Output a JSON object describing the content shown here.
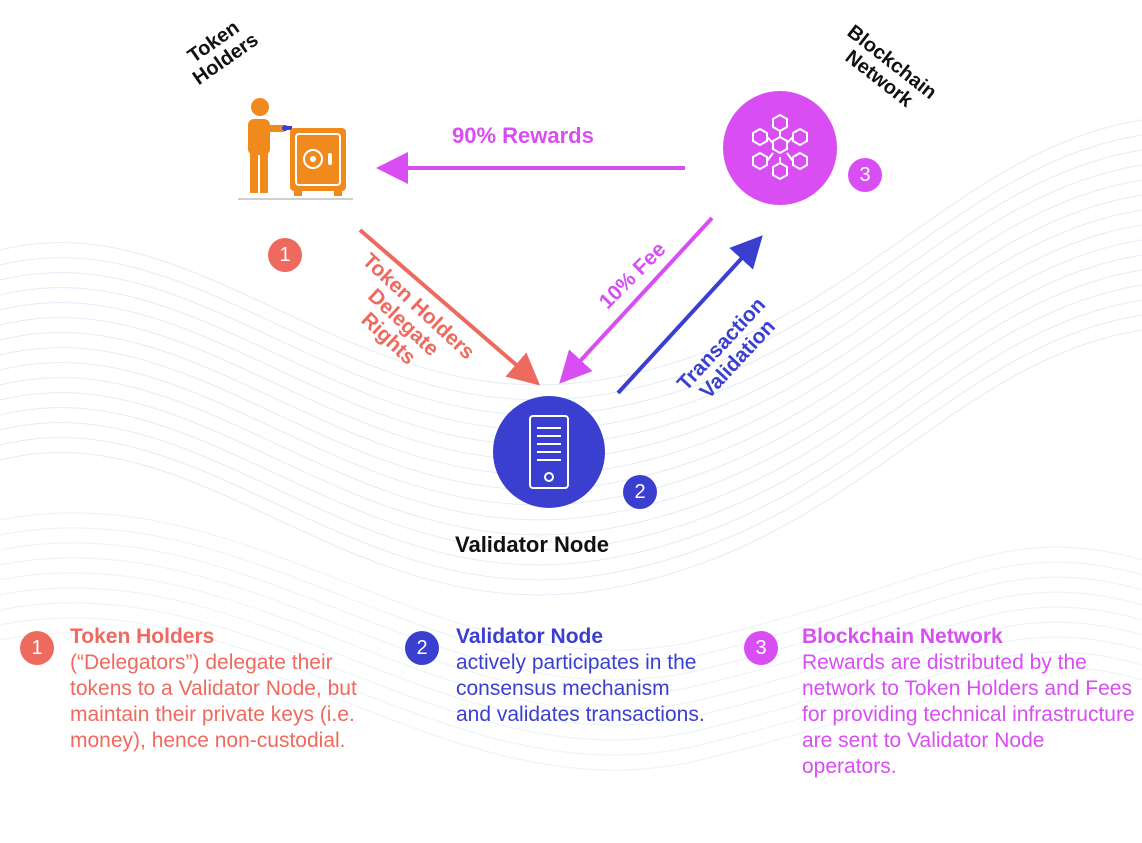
{
  "colors": {
    "holders": "#ef6a5e",
    "validator": "#3a3fcf",
    "network": "#d84ef2",
    "text_dark": "#111111"
  },
  "labels": {
    "token_holders": [
      "Token",
      "Holders"
    ],
    "blockchain_network": [
      "Blockchain",
      "Network"
    ],
    "validator_node": "Validator Node",
    "rewards": "90% Rewards",
    "fee": "10% Fee",
    "delegate": [
      "Token Holders",
      "Delegate",
      "Rights"
    ],
    "validation": [
      "Transaction",
      "Validation"
    ]
  },
  "badges": {
    "one": "1",
    "two": "2",
    "three": "3"
  },
  "icons": {
    "holder": "person-with-safe-icon",
    "validator": "server-icon",
    "network": "blockchain-cubes-icon"
  },
  "columns": [
    {
      "badge": "1",
      "title": "Token Holders",
      "text": "(“Delegators”) delegate their tokens to a Validator Node, but maintain their private keys (i.e. money), hence non-custodial."
    },
    {
      "badge": "2",
      "title": "Validator Node",
      "text": "actively participates in the consensus mechanism and validates transactions."
    },
    {
      "badge": "3",
      "title": "Blockchain Network",
      "text": "Rewards are distributed by the network to Token Holders and Fees for providing technical infrastructure are sent to Validator Node operators."
    }
  ]
}
